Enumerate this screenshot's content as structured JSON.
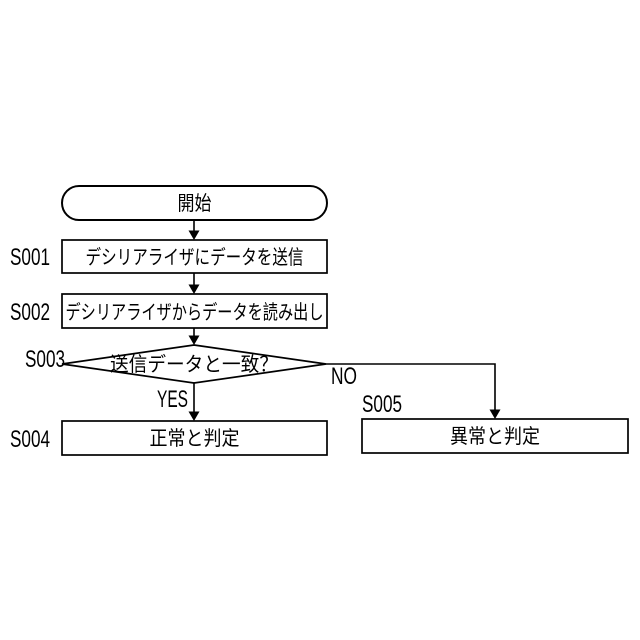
{
  "flowchart": {
    "colors": {
      "background": "#ffffff",
      "line": "#000000",
      "shape_fill": "#ffffff",
      "text": "#000000"
    },
    "nodes": [
      {
        "shape": "terminator",
        "label": "開始"
      },
      {
        "shape": "process",
        "step": "S001",
        "label": "デシリアライザにデータを送信"
      },
      {
        "shape": "process",
        "step": "S002",
        "label": "デシリアライザからデータを読み出し"
      },
      {
        "shape": "decision",
        "step": "S003",
        "label": "送信データと一致？"
      },
      {
        "shape": "process",
        "step": "S004",
        "label": "正常と判定"
      },
      {
        "shape": "process",
        "step": "S005",
        "label": "異常と判定"
      }
    ],
    "branches": {
      "yes": "YES",
      "no": "NO"
    },
    "edges": [
      {
        "from": "start",
        "to": "S001"
      },
      {
        "from": "S001",
        "to": "S002"
      },
      {
        "from": "S002",
        "to": "S003"
      },
      {
        "from": "S003",
        "to": "S004",
        "label": "YES"
      },
      {
        "from": "S003",
        "to": "S005",
        "label": "NO"
      }
    ]
  }
}
